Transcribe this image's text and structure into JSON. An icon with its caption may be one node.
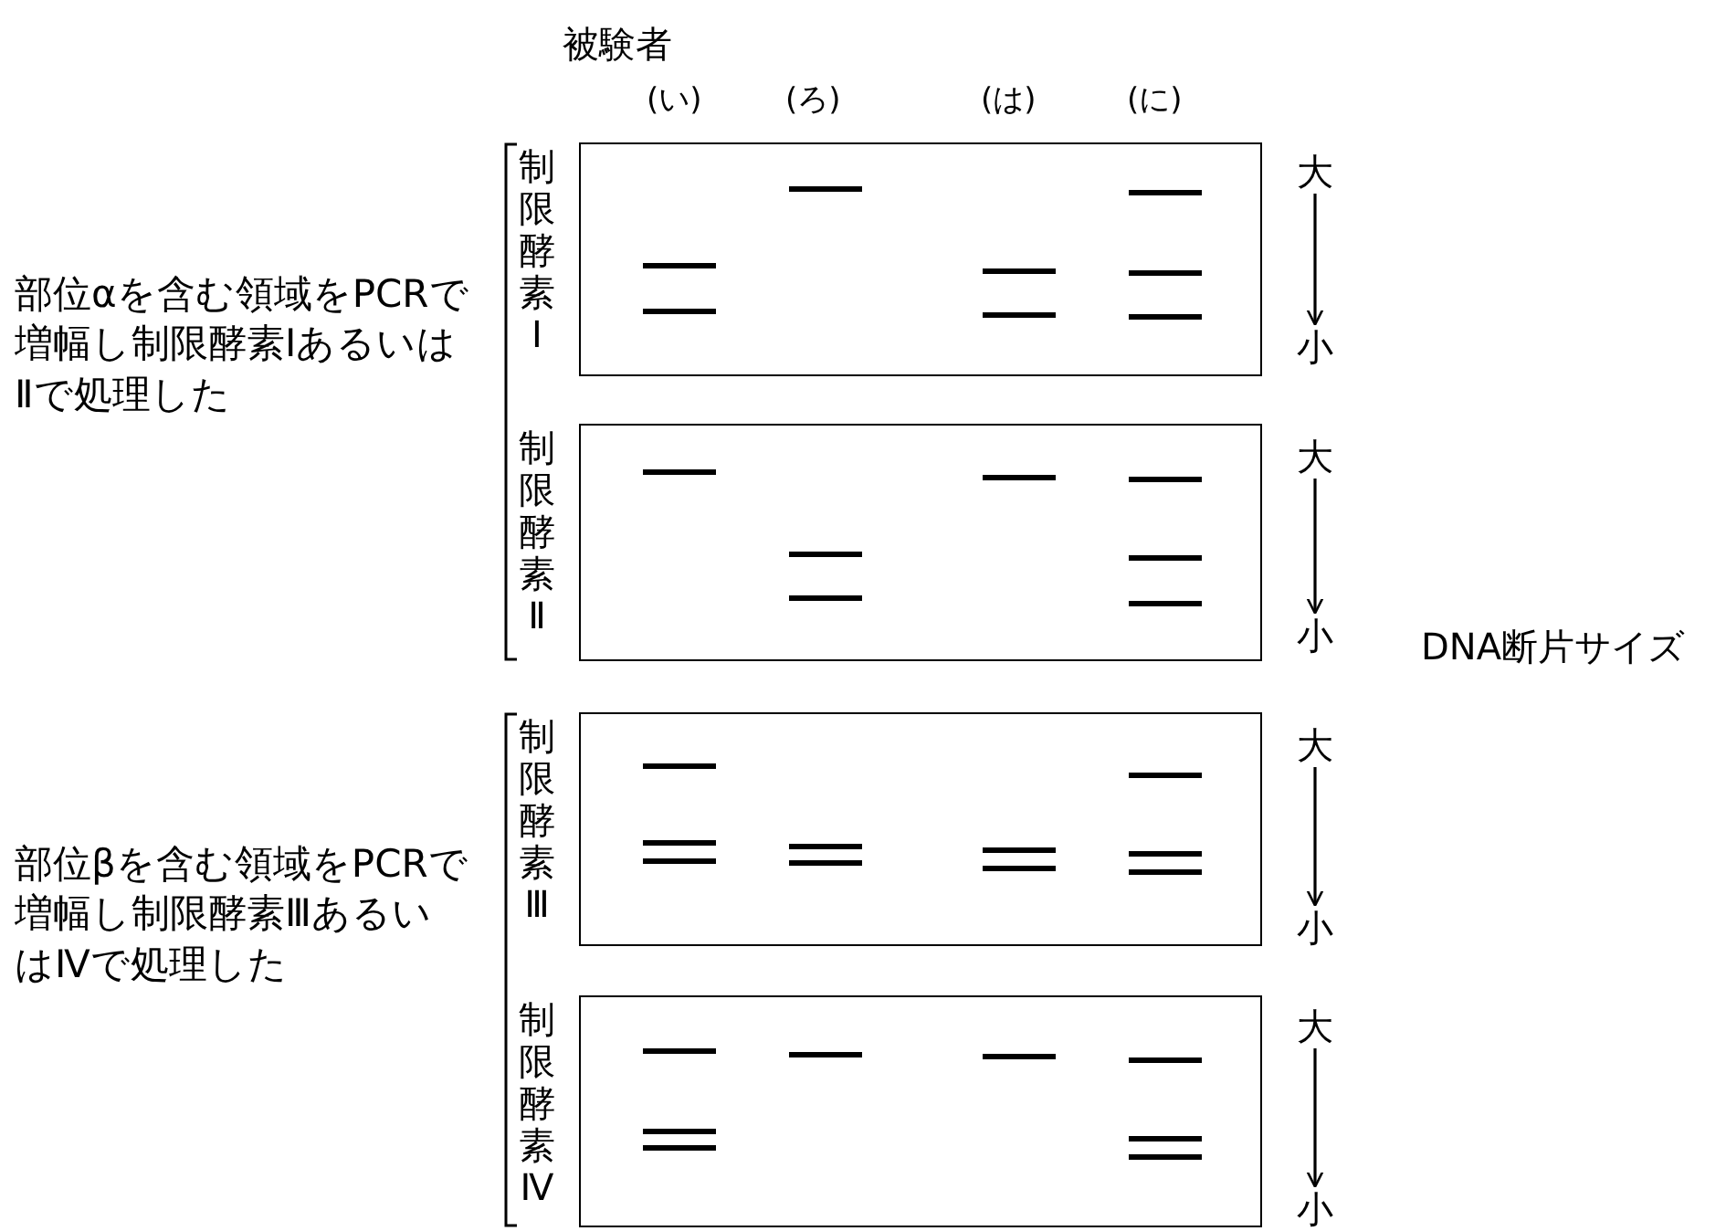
{
  "diagram": {
    "nodes": [
      {
        "text": [
          "制限酵素Ⅰ"
        ]
      },
      {
        "text": [],
        "shape": "bar",
        "in": 0
      },
      {
        "text": [],
        "shape": "bar",
        "in": 0
      },
      {
        "text": [],
        "shape": "bar",
        "in": 0
      },
      {
        "text": [],
        "shape": "bar",
        "in": 0
      },
      {
        "text": [],
        "shape": "bar",
        "in": 0
      },
      {
        "text": [],
        "shape": "bar",
        "in": 0
      },
      {
        "text": [],
        "shape": "bar",
        "in": 0
      },
      {
        "text": [],
        "shape": "bar",
        "in": 0
      },
      {
        "text": [
          "大"
        ]
      },
      {
        "text": [
          "小"
        ]
      },
      {
        "text": [
          "制限酵素Ⅱ"
        ]
      },
      {
        "text": [],
        "shape": "bar",
        "in": 11
      },
      {
        "text": [],
        "shape": "bar",
        "in": 11
      },
      {
        "text": [],
        "shape": "bar",
        "in": 11
      },
      {
        "text": [],
        "shape": "bar",
        "in": 11
      },
      {
        "text": [],
        "shape": "bar",
        "in": 11
      },
      {
        "text": [],
        "shape": "bar",
        "in": 11
      },
      {
        "text": [],
        "shape": "bar",
        "in": 11
      },
      {
        "text": [
          "大"
        ]
      },
      {
        "text": [
          "小"
        ]
      },
      {
        "text": [
          "制限酵素Ⅲ"
        ]
      },
      {
        "text": [],
        "shape": "bar",
        "in": 21
      },
      {
        "text": [],
        "shape": "bar",
        "in": 21
      },
      {
        "text": [],
        "shape": "bar",
        "in": 21
      },
      {
        "text": [],
        "shape": "bar",
        "in": 21
      },
      {
        "text": [],
        "shape": "bar",
        "in": 21
      },
      {
        "text": [],
        "shape": "bar",
        "in": 21
      },
      {
        "text": [],
        "shape": "bar",
        "in": 21
      },
      {
        "text": [],
        "shape": "bar",
        "in": 21
      },
      {
        "text": [],
        "shape": "bar",
        "in": 21
      },
      {
        "text": [],
        "shape": "bar",
        "in": 21
      },
      {
        "text": [
          "大"
        ]
      },
      {
        "text": [
          "小"
        ]
      },
      {
        "text": [
          "制限酵素Ⅳ"
        ]
      },
      {
        "text": [],
        "shape": "bar",
        "in": 34
      },
      {
        "text": [],
        "shape": "bar",
        "in": 34
      },
      {
        "text": [],
        "shape": "bar",
        "in": 34
      },
      {
        "text": [],
        "shape": "bar",
        "in": 34
      },
      {
        "text": [],
        "shape": "bar",
        "in": 34
      },
      {
        "text": [],
        "shape": "bar",
        "in": 34
      },
      {
        "text": [],
        "shape": "bar",
        "in": 34
      },
      {
        "text": [],
        "shape": "bar",
        "in": 34
      },
      {
        "text": [
          "大"
        ]
      },
      {
        "text": [
          "小"
        ]
      }
    ],
    "edges": [
      {
        "from": 9,
        "to": 10,
        "arrow": "to"
      },
      {
        "from": 19,
        "to": 20,
        "arrow": "to"
      },
      {
        "from": 32,
        "to": 33,
        "arrow": "to"
      },
      {
        "from": 43,
        "to": 44,
        "arrow": "to"
      }
    ],
    "labels": [
      "被験者",
      "(い)",
      "(ろ)",
      "(は)",
      "(に)",
      "部位αを含む領域をPCRで増幅し制限酵素ⅠあるいはⅡで処理した",
      "DNA断片サイズ",
      "部位βを含む領域をPCRで増幅し制限酵素ⅢあるいはⅣで処理した"
    ]
  }
}
